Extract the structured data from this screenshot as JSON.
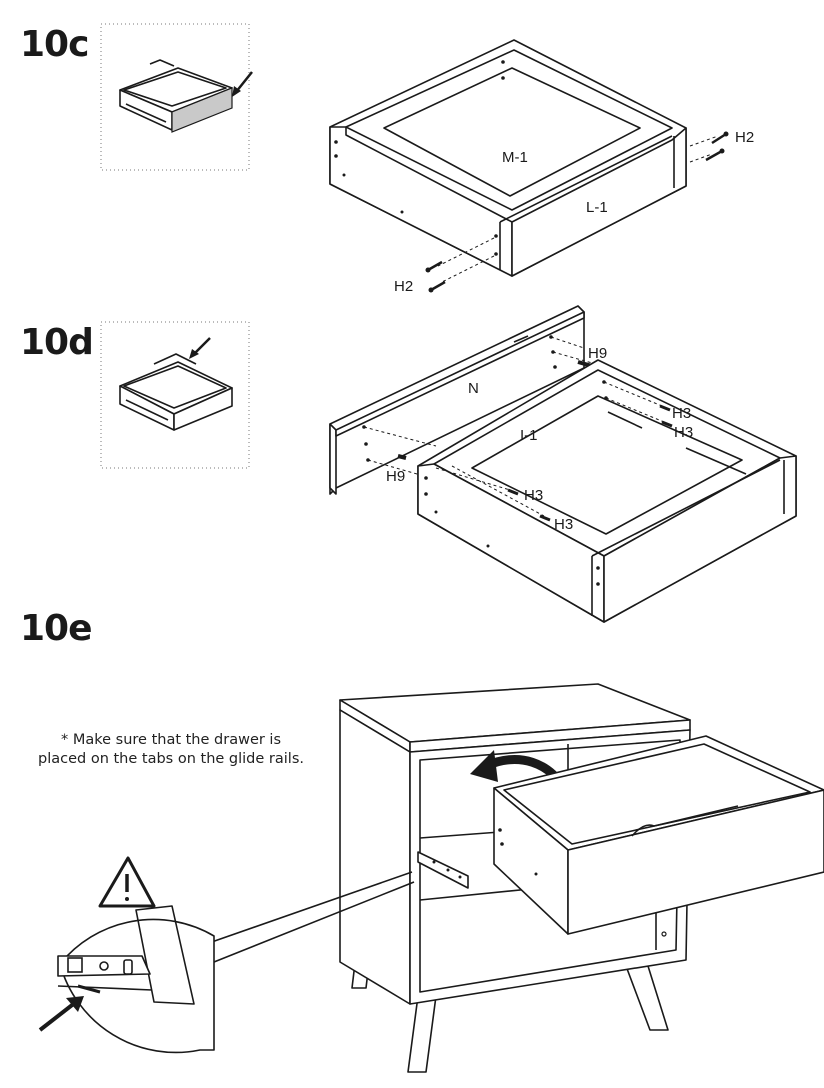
{
  "steps": {
    "step_c": "10c",
    "step_d": "10d",
    "step_e": "10e"
  },
  "labels": {
    "m1": "M-1",
    "l1": "L-1",
    "h2_right": "H2",
    "h2_left": "H2",
    "n": "N",
    "i1": "I-1",
    "h9_top": "H9",
    "h9_bottom": "H9",
    "h3_a": "H3",
    "h3_b": "H3",
    "h3_c": "H3",
    "h3_d": "H3"
  },
  "note": {
    "line1": "* Make sure that the drawer is",
    "line2": "placed on the tabs on the glide rails."
  },
  "icons": [
    "warning-triangle-icon",
    "pointer-arrow-icon",
    "curved-arrow-icon"
  ]
}
